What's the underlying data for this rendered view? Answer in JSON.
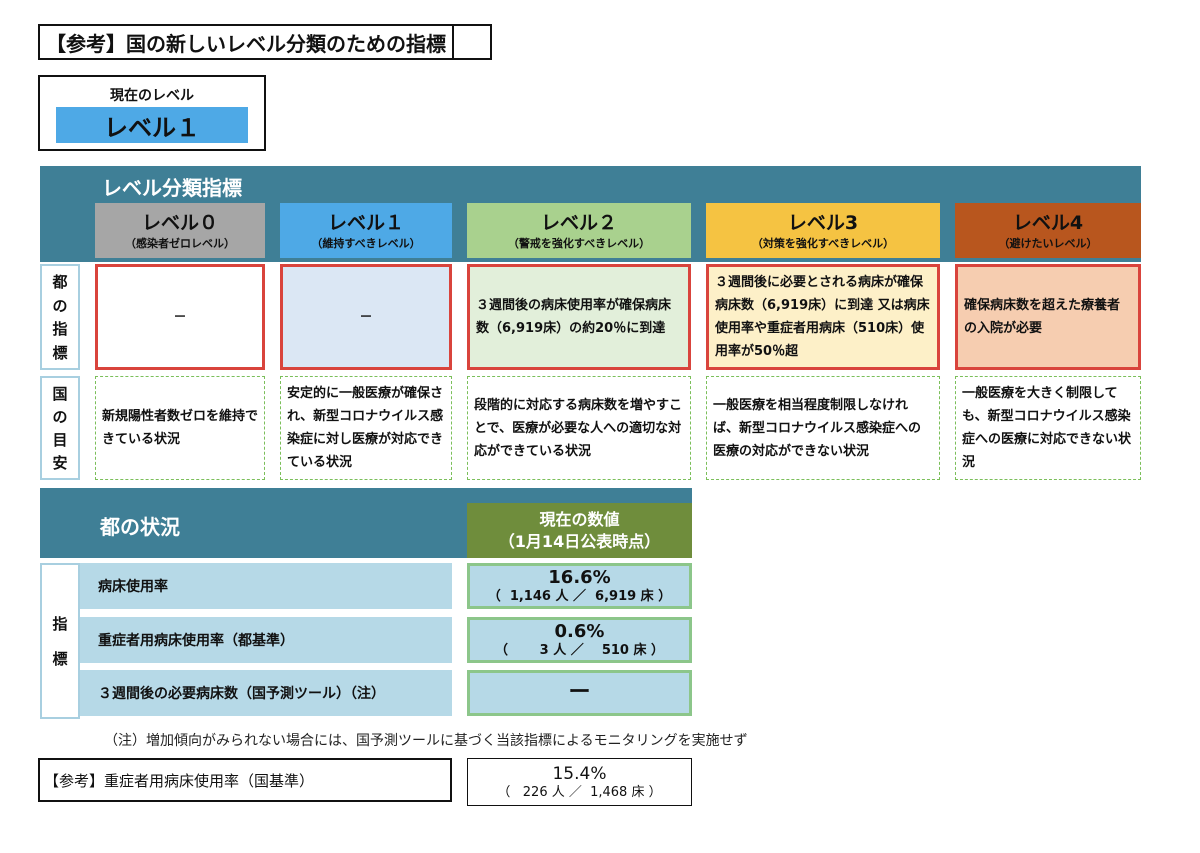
{
  "title": "【参考】国の新しいレベル分類のための指標",
  "current": {
    "label": "現在のレベル",
    "level": "レベル１"
  },
  "classification": {
    "title": "レベル分類指標",
    "levels": [
      {
        "name": "レベル０",
        "sub": "（感染者ゼロレベル）",
        "color": "#a6a6a6"
      },
      {
        "name": "レベル１",
        "sub": "（維持すべきレベル）",
        "color": "#4ea9e6"
      },
      {
        "name": "レベル２",
        "sub": "（警戒を強化すべきレベル）",
        "color": "#a9d18e"
      },
      {
        "name": "レベル3",
        "sub": "（対策を強化すべきレベル）",
        "color": "#f5c342"
      },
      {
        "name": "レベル4",
        "sub": "（避けたいレベル）",
        "color": "#b8561e"
      }
    ],
    "metro_label": [
      "都",
      "の",
      "指",
      "標"
    ],
    "metro_cells": [
      {
        "text": "－",
        "bg": "#ffffff"
      },
      {
        "text": "－",
        "bg": "#dbe7f4"
      },
      {
        "text": "３週間後の病床使用率が確保病床数（6,919床）の約20％に到達",
        "bg": "#e2efda"
      },
      {
        "text": "３週間後に必要とされる病床が確保病床数（6,919床）に到達 又は病床使用率や重症者用病床（510床）使用率が50％超",
        "bg": "#fdf0c8"
      },
      {
        "text": "確保病床数を超えた療養者の入院が必要",
        "bg": "#f6cdb0"
      }
    ],
    "national_label": [
      "国",
      "の",
      "目",
      "安"
    ],
    "national_cells": [
      "新規陽性者数ゼロを維持できている状況",
      "安定的に一般医療が確保され、新型コロナウイルス感染症に対し医療が対応できている状況",
      "段階的に対応する病床数を増やすことで、医療が必要な人への適切な対応ができている状況",
      "一般医療を相当程度制限しなければ、新型コロナウイルス感染症への医療の対応ができない状況",
      "一般医療を大きく制限しても、新型コロナウイルス感染症への医療に対応できない状況"
    ]
  },
  "status": {
    "title": "都の状況",
    "value_header_line1": "現在の数値",
    "value_header_line2": "（1月14日公表時点）",
    "side_label": [
      "指",
      "標"
    ],
    "rows": [
      {
        "label": "病床使用率",
        "value": "16.6%",
        "detail": "（  1,146 人 ／  6,919 床 ）"
      },
      {
        "label": "重症者用病床使用率（都基準）",
        "value": "0.6%",
        "detail": "（       3 人 ／    510 床 ）"
      },
      {
        "label": "３週間後の必要病床数（国予測ツール）（注）",
        "value": "ー",
        "detail": ""
      }
    ]
  },
  "note": "（注）増加傾向がみられない場合には、国予測ツールに基づく当該指標によるモニタリングを実施せず",
  "reference": {
    "label": "【参考】重症者用病床使用率（国基準）",
    "value": "15.4%",
    "detail": "（   226 人 ／  1,468 床 ）"
  }
}
